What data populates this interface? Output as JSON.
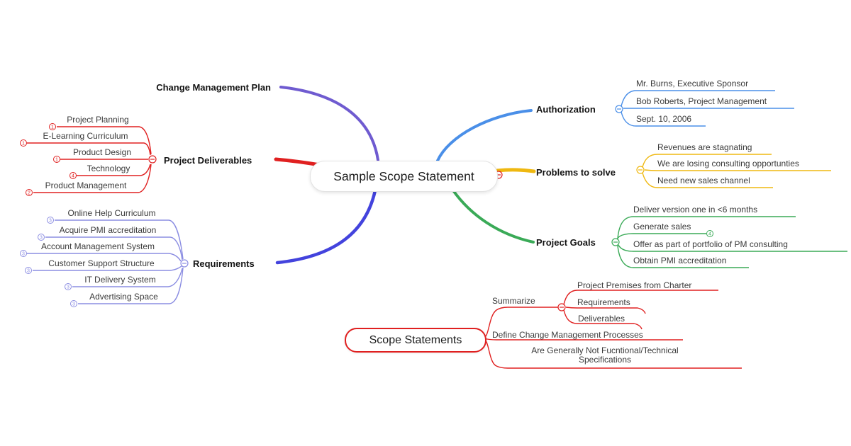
{
  "center": {
    "label": "Sample Scope Statement"
  },
  "icons": {
    "collapse": "minus-in-circle"
  },
  "colors": {
    "red": "#e02020",
    "purple": "#6f5bd0",
    "indigo": "#4343dd",
    "periwinkle": "#8b8de2",
    "blue": "#4a8fe8",
    "yellow": "#efb810",
    "green": "#3aaa57"
  },
  "branches": {
    "change_management_plan": {
      "label": "Change Management Plan"
    },
    "project_deliverables": {
      "label": "Project Deliverables",
      "children": [
        {
          "label": "Project Planning",
          "badge": "1"
        },
        {
          "label": "E-Learning Curriculum",
          "badge": "1"
        },
        {
          "label": "Product Design",
          "badge": "1"
        },
        {
          "label": "Technology",
          "badge": "4"
        },
        {
          "label": "Product Management",
          "badge": "2"
        }
      ]
    },
    "requirements": {
      "label": "Requirements",
      "children": [
        {
          "label": "Online Help Curriculum",
          "badge": "3"
        },
        {
          "label": "Acquire PMI accreditation",
          "badge": "3"
        },
        {
          "label": "Account Management System",
          "badge": "3"
        },
        {
          "label": "Customer Support Structure",
          "badge": "3"
        },
        {
          "label": "IT Delivery System",
          "badge": "3"
        },
        {
          "label": "Advertising Space",
          "badge": "3"
        }
      ]
    },
    "authorization": {
      "label": "Authorization",
      "children": [
        {
          "label": "Mr. Burns, Executive Sponsor"
        },
        {
          "label": "Bob Roberts, Project Management"
        },
        {
          "label": "Sept. 10, 2006"
        }
      ]
    },
    "problems_to_solve": {
      "label": "Problems to solve",
      "children": [
        {
          "label": "Revenues are stagnating"
        },
        {
          "label": "We are losing consulting opportunties"
        },
        {
          "label": "Need new sales channel"
        }
      ]
    },
    "project_goals": {
      "label": "Project Goals",
      "children": [
        {
          "label": "Deliver version one in <6 months"
        },
        {
          "label": "Generate sales",
          "badge": "4"
        },
        {
          "label": "Offer as part of portfolio of PM consulting"
        },
        {
          "label": "Obtain PMI accreditation"
        }
      ]
    },
    "scope_statements": {
      "label": "Scope Statements",
      "children": [
        {
          "label": "Summarize",
          "children": [
            {
              "label": "Project Premises from Charter"
            },
            {
              "label": "Requirements"
            },
            {
              "label": "Deliverables"
            }
          ]
        },
        {
          "label": "Define Change Management Processes"
        },
        {
          "label": "Are Generally Not Fucntional/Technical Specifications"
        }
      ]
    }
  }
}
